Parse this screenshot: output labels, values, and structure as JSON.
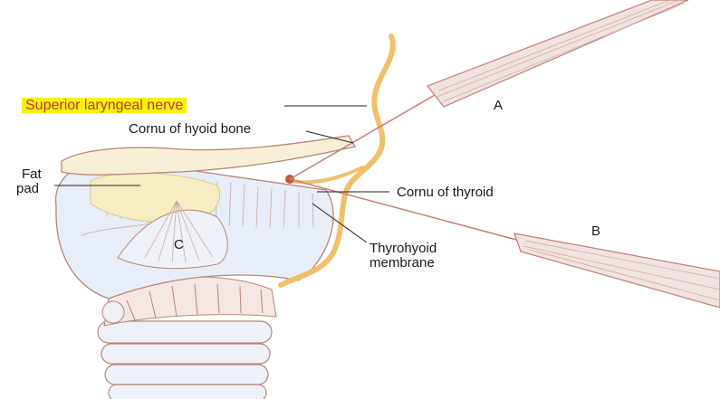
{
  "labels": {
    "superior_laryngeal_nerve": "Superior laryngeal nerve",
    "cornu_hyoid": "Cornu of hyoid bone",
    "fat_pad_line1": "Fat",
    "fat_pad_line2": "pad",
    "cornu_thyroid": "Cornu of thyroid",
    "thyrohyoid_line1": "Thyrohyoid",
    "thyrohyoid_line2": "membrane",
    "needle_a": "A",
    "needle_b": "B",
    "region_c": "C"
  },
  "colors": {
    "highlight": "#f6f20f",
    "nerve": "#f2c06a",
    "fat_pad": "#f7eec0",
    "cartilage": "#e8eef7",
    "outline": "#b8867a",
    "needle": "#c87d74"
  }
}
